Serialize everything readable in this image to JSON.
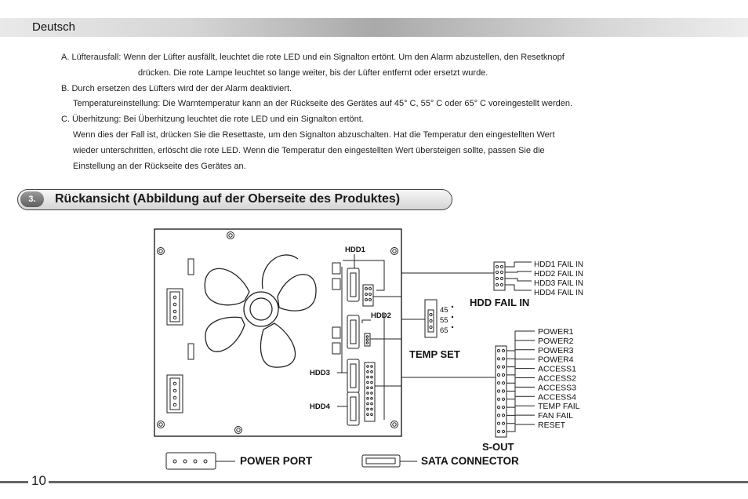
{
  "header": {
    "language": "Deutsch"
  },
  "instructions": {
    "a_line1": "A. Lüfterausfall: Wenn der Lüfter ausfällt, leuchtet die rote LED und ein Signalton ertönt. Um den Alarm abzustellen, den Resetknopf",
    "a_line2": "drücken. Die rote Lampe leuchtet so lange weiter, bis der Lüfter entfernt oder ersetzt wurde.",
    "b_line1": "B. Durch ersetzen des Lüfters wird der der Alarm deaktiviert.",
    "b_line2": "Temperatureinstellung: Die Warntemperatur kann an der Rückseite des Gerätes auf 45° C, 55° C oder 65° C voreingestellt werden.",
    "c_line1": "C. Überhitzung: Bei Überhitzung leuchtet die rote LED und ein Signalton ertönt.",
    "c_line2": "Wenn dies der Fall ist, drücken Sie die Resettaste, um den Signalton abzuschalten. Hat die Temperatur den eingestellten Wert",
    "c_line3": "wieder unterschritten, erlöscht die rote LED. Wenn die Temperatur den eingestellten Wert übersteigen sollte, passen Sie die",
    "c_line4": "Einstellung an der Rückseite des Gerätes an."
  },
  "section": {
    "number": "3.",
    "title": "Rückansicht  (Abbildung auf der Oberseite des Produktes)"
  },
  "diagram": {
    "hdd_labels": [
      "HDD1",
      "HDD2",
      "HDD3",
      "HDD4"
    ],
    "fail_in_header": "HDD FAIL IN",
    "fail_in_pins": [
      "HDD1 FAIL IN",
      "HDD2 FAIL IN",
      "HDD3 FAIL IN",
      "HDD4 FAIL IN"
    ],
    "temp_set_header": "TEMP SET",
    "temp_options": [
      "45",
      "55",
      "65"
    ],
    "sout_header": "S-OUT",
    "sout_pins": [
      "POWER1",
      "POWER2",
      "POWER3",
      "POWER4",
      "ACCESS1",
      "ACCESS2",
      "ACCESS3",
      "ACCESS4",
      "TEMP FAIL",
      "FAN FAIL",
      "RESET"
    ],
    "power_port_label": "POWER PORT",
    "sata_connector_label": "SATA CONNECTOR"
  },
  "footer": {
    "page_number": "10"
  }
}
